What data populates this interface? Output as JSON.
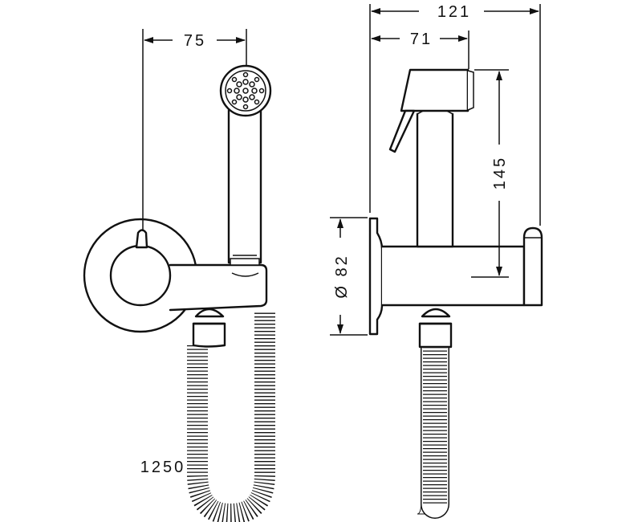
{
  "dimensions": {
    "left_width": "75",
    "right_total_width": "121",
    "right_spray_offset": "71",
    "right_height": "145",
    "flange_diameter": "Ø 82",
    "hose_length": "1250"
  }
}
